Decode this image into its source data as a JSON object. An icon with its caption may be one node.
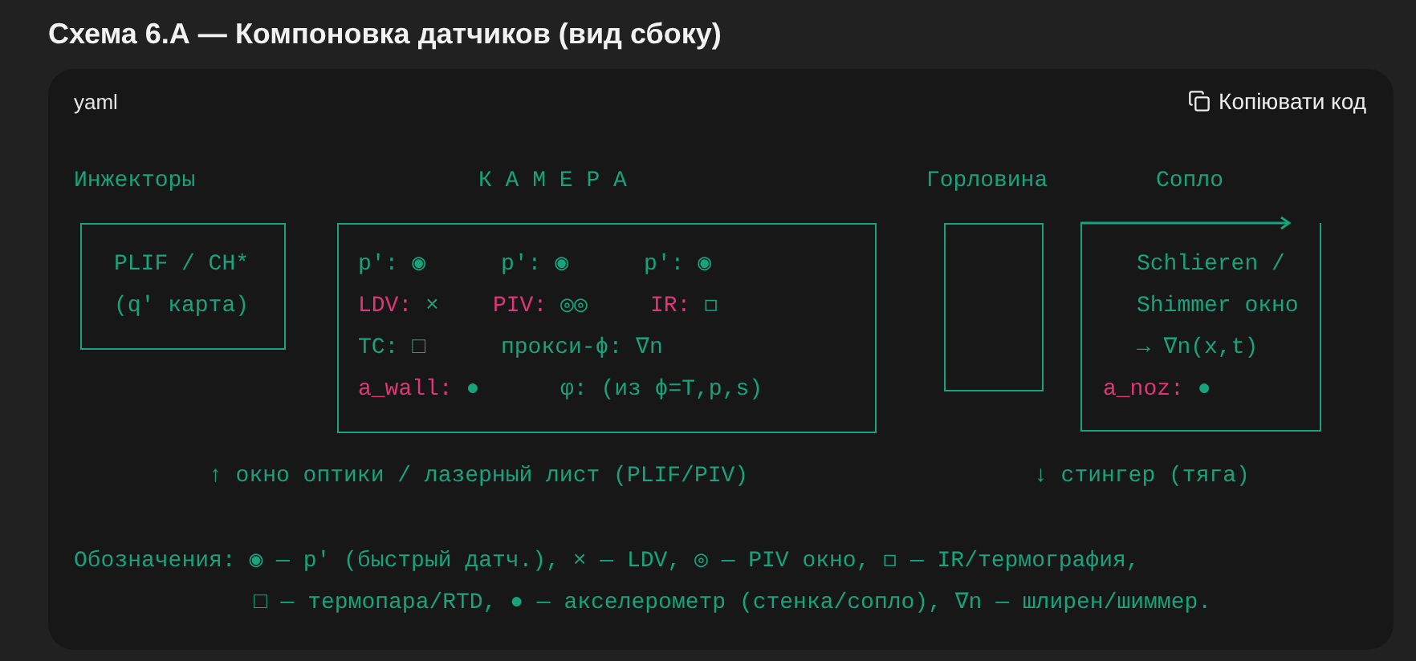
{
  "diagram": {
    "title": "Схема 6.А — Компоновка датчиков (вид сбоку)",
    "nodes": [
      {
        "text": [
          "Инжекторы",
          "PLIF / CH*",
          "(q′ карта)"
        ]
      },
      {
        "text": [
          "К А М Е Р А",
          "p′: ◉",
          "p′: ◉",
          "p′: ◉",
          "LDV: ×",
          "PIV: ◎◎",
          "IR: ◻",
          "TC: □",
          "прокси-ϕ: ∇n",
          "a_wall: ●",
          "φ: (из ϕ=T,p,s)"
        ]
      },
      {
        "text": [
          "Горловина"
        ]
      },
      {
        "text": [
          "Сопло",
          "Schlieren / Shimmer окно",
          "→ ∇n(x,t)",
          "a_noz: ●"
        ]
      }
    ],
    "labels": [
      "yaml",
      "Копіювати код",
      "↑ окно оптики / лазерный лист (PLIF/PIV)",
      "↓ стингер (тяга)",
      "Обозначения: ◉ — p′ (быстрый датч.), × — LDV, ◎ — PIV окно, ◻ — IR/термография,",
      "□ — термопара/RTD, ● — акселерометр (стенка/сопло), ∇n — шлирен/шиммер."
    ]
  }
}
